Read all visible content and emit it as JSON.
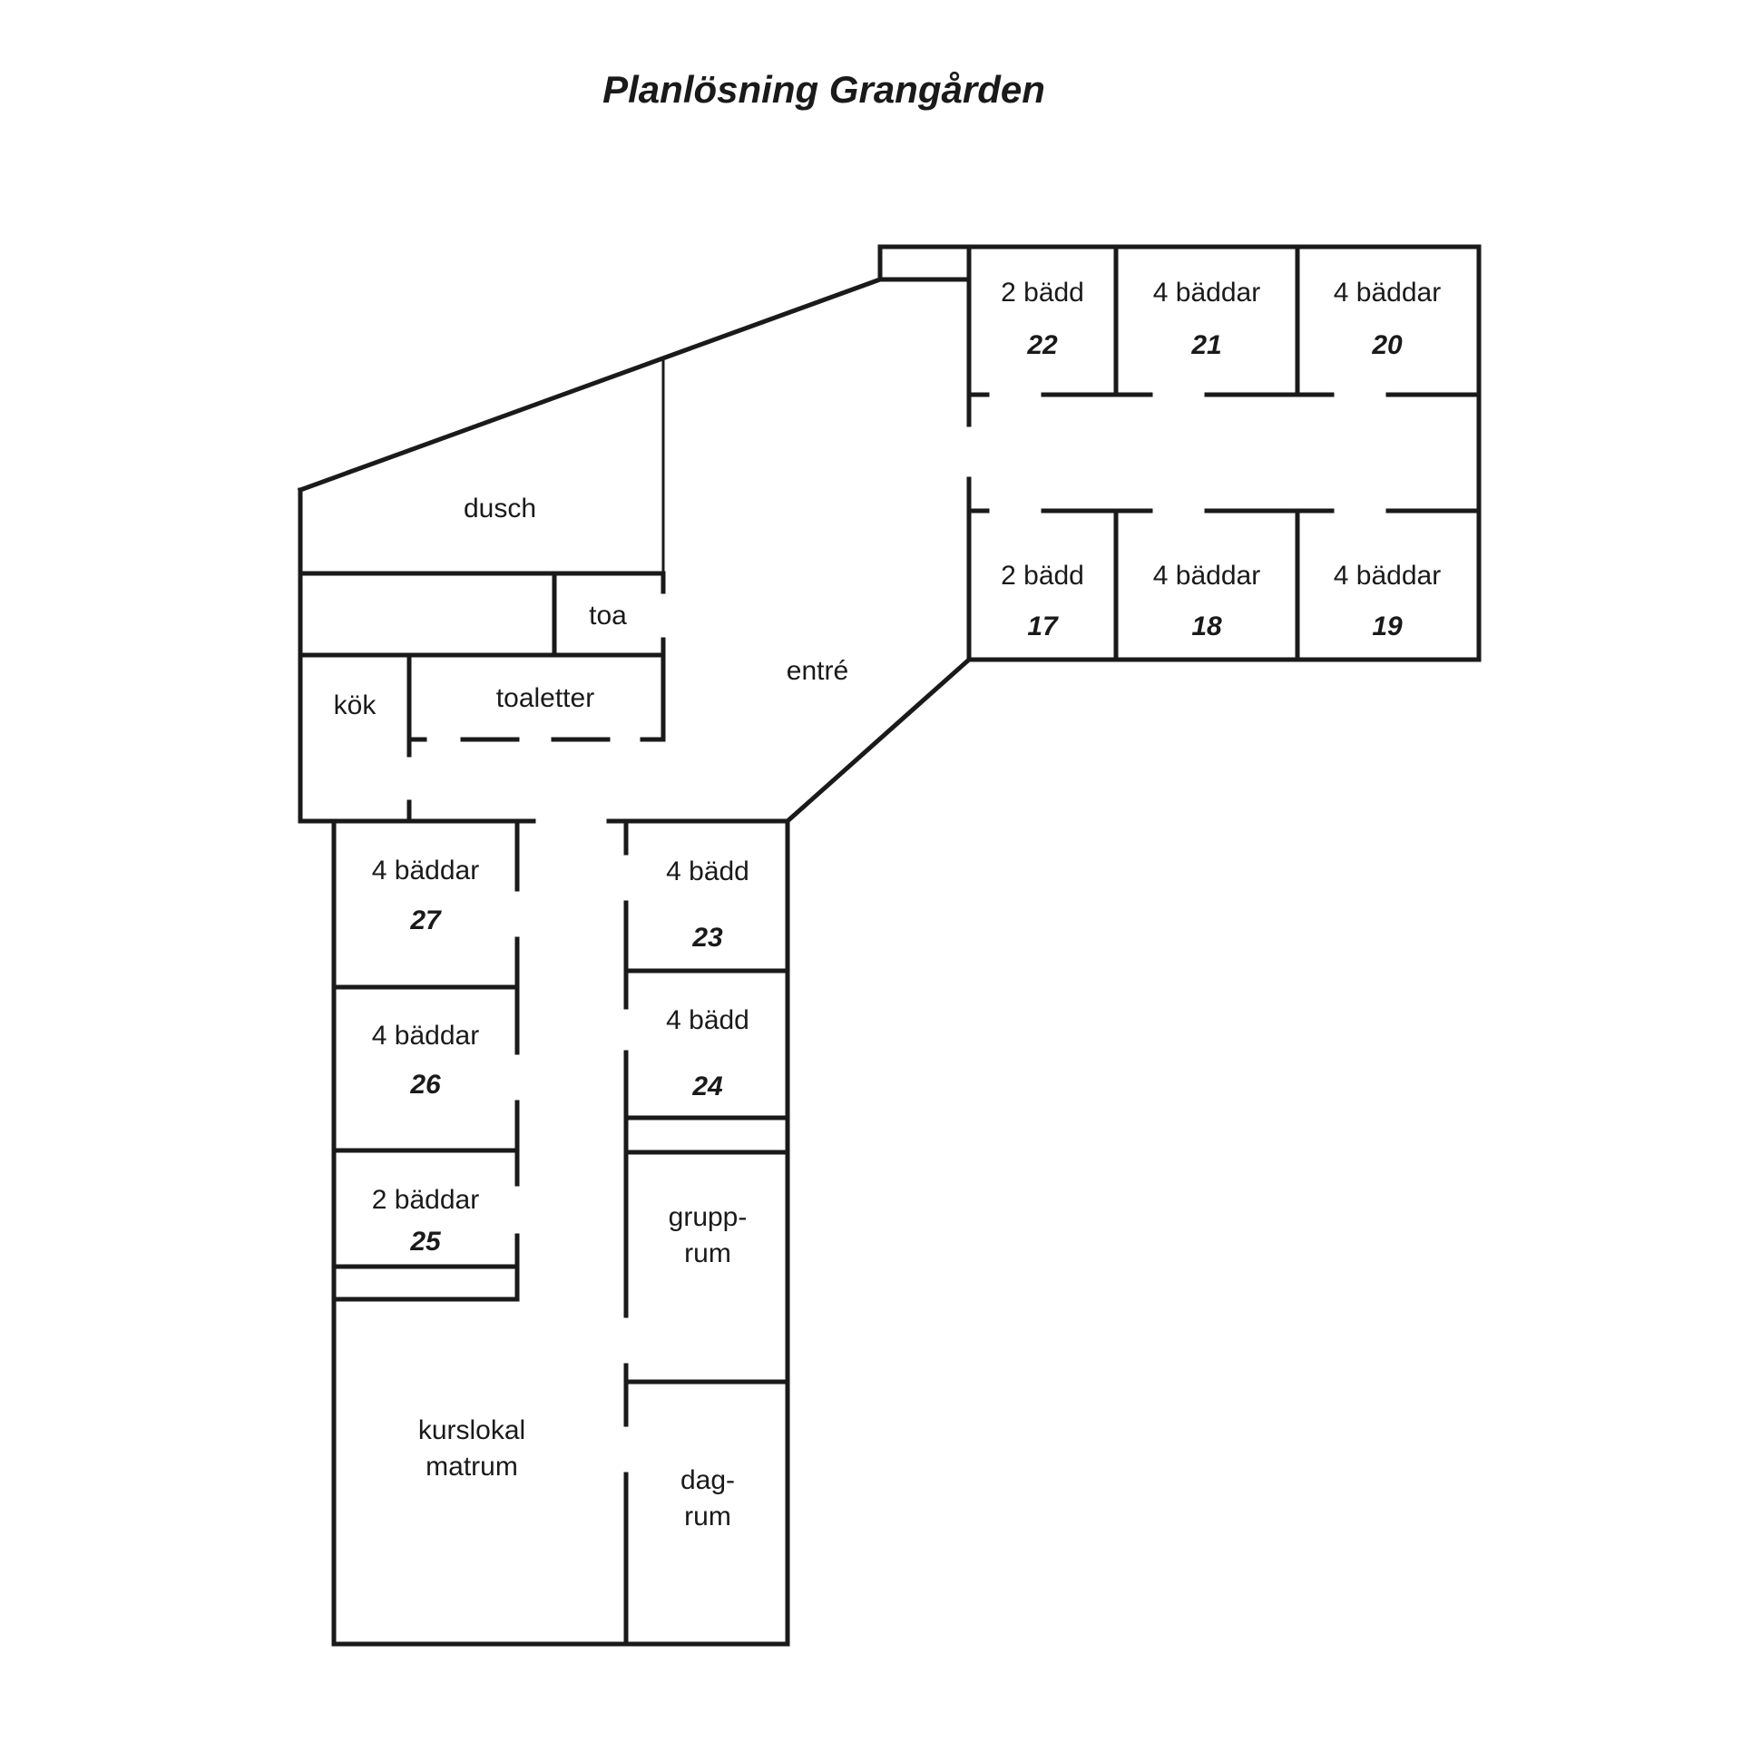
{
  "title": "Planlösning Grangården",
  "rooms": {
    "r22": {
      "label": "2 bädd",
      "number": "22"
    },
    "r21": {
      "label": "4 bäddar",
      "number": "21"
    },
    "r20": {
      "label": "4 bäddar",
      "number": "20"
    },
    "r17": {
      "label": "2 bädd",
      "number": "17"
    },
    "r18": {
      "label": "4 bäddar",
      "number": "18"
    },
    "r19": {
      "label": "4 bäddar",
      "number": "19"
    },
    "r27": {
      "label": "4 bäddar",
      "number": "27"
    },
    "r26": {
      "label": "4 bäddar",
      "number": "26"
    },
    "r25": {
      "label": "2 bäddar",
      "number": "25"
    },
    "r23": {
      "label": "4 bädd",
      "number": "23"
    },
    "r24": {
      "label": "4 bädd",
      "number": "24"
    }
  },
  "areas": {
    "dusch": "dusch",
    "toa": "toa",
    "kok": "kök",
    "toaletter": "toaletter",
    "entre": "entré",
    "grupprum_1": "grupp-",
    "grupprum_2": "rum",
    "kurslokal_1": "kurslokal",
    "kurslokal_2": "matrum",
    "dagrum_1": "dag-",
    "dagrum_2": "rum"
  }
}
